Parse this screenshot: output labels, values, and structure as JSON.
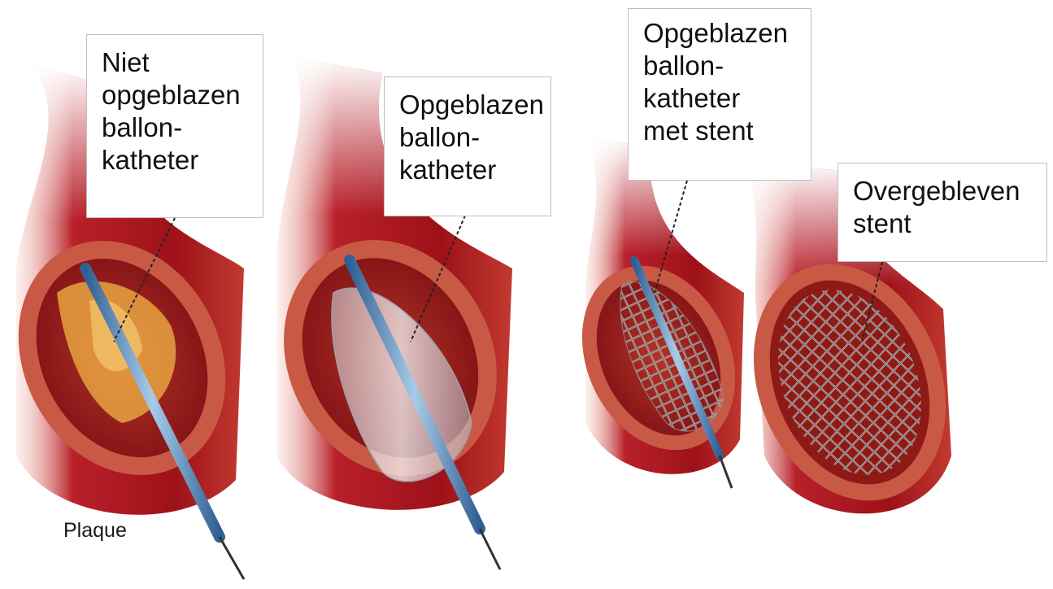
{
  "colors": {
    "vessel_outer": "#a8141c",
    "vessel_inner": "#c0392b",
    "vessel_wall": "#e06a52",
    "plaque": "#e8a241",
    "catheter": "#5f8fc0",
    "stent": "#9a9a9a",
    "leader": "#222222",
    "callout_border": "#bfbfbf"
  },
  "callouts": [
    {
      "id": "niet-opgeblazen",
      "lines": [
        "Niet",
        "opgeblazen",
        "ballon-",
        "katheter"
      ]
    },
    {
      "id": "opgeblazen",
      "lines": [
        "Opgeblazen",
        "ballon-",
        "katheter"
      ]
    },
    {
      "id": "met-stent",
      "lines": [
        "Opgeblazen",
        "ballon-",
        "katheter",
        "met stent"
      ]
    },
    {
      "id": "overgebleven",
      "lines": [
        "Overgebleven",
        "stent"
      ]
    }
  ],
  "labels": {
    "plaque": "Plaque"
  }
}
